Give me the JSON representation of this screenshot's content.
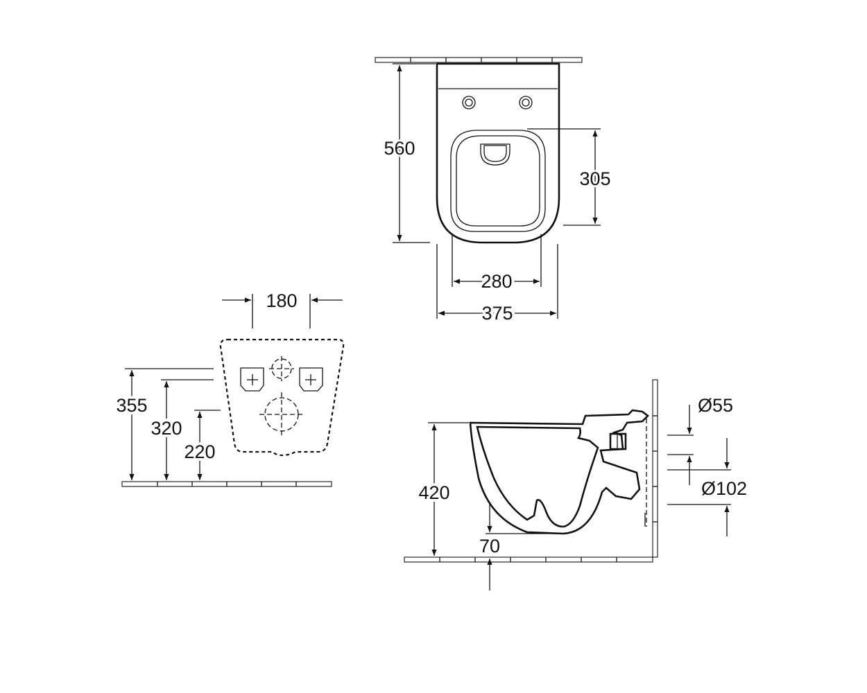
{
  "top_view": {
    "length": "560",
    "seat_depth": "305",
    "inner_width": "280",
    "outer_width": "375"
  },
  "front_view": {
    "bolt_spacing": "180",
    "height_top": "355",
    "height_bolts": "320",
    "height_outlet": "220"
  },
  "side_view": {
    "height": "420",
    "outlet_offset": "70",
    "inlet_diameter": "Ø55",
    "outlet_diameter": "Ø102"
  }
}
